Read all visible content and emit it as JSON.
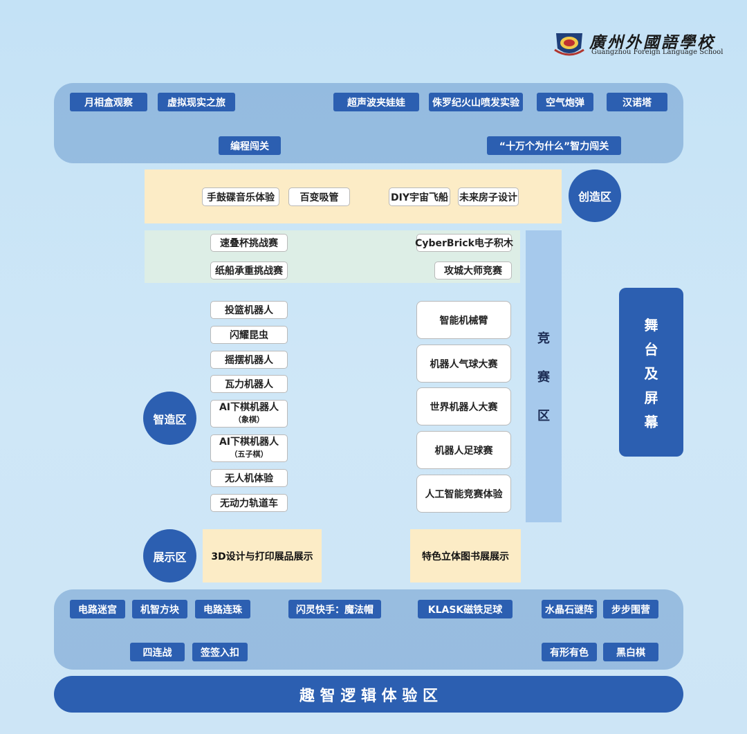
{
  "school": {
    "name_cn": "廣州外國語學校",
    "name_en": "Guangzhou Foreign Language School"
  },
  "top_band": {
    "row1": [
      "月相盒观察",
      "虚拟现实之旅",
      "超声波夹娃娃",
      "侏罗纪火山喷发实验",
      "空气炮弹",
      "汉诺塔"
    ],
    "row2": [
      "编程闯关",
      "“十万个为什么”智力闯关"
    ]
  },
  "create_zone": {
    "label": "创造区",
    "items": [
      "手鼓碟音乐体验",
      "百变吸管",
      "DIY宇宙飞船",
      "未来房子设计"
    ]
  },
  "challenge_rows": {
    "items": [
      "速叠杯挑战赛",
      "CyberBrick电子积木",
      "纸船承重挑战赛",
      "攻城大师竞赛"
    ]
  },
  "competition_zone": {
    "label_chars": [
      "竞",
      "赛",
      "区"
    ],
    "items": [
      "智能机械臂",
      "机器人气球大赛",
      "世界机器人大赛",
      "机器人足球赛",
      "人工智能竞赛体验"
    ]
  },
  "intelligent_zone": {
    "label": "智造区",
    "items": [
      "投篮机器人",
      "闪耀昆虫",
      "摇摆机器人",
      "瓦力机器人"
    ],
    "ai_chess": {
      "title": "AI下棋机器人",
      "sub": "（象棋）"
    },
    "ai_gomoku": {
      "title": "AI下棋机器人",
      "sub": "（五子棋）"
    },
    "items_after": [
      "无人机体验",
      "无动力轨道车"
    ]
  },
  "stage": {
    "label_chars": [
      "舞",
      "台",
      "及",
      "屏",
      "幕"
    ]
  },
  "display_zone": {
    "label": "展示区",
    "items": [
      "3D设计与打印展品展示",
      "特色立体图书展展示"
    ]
  },
  "bottom_band": {
    "row1": [
      "电路迷宫",
      "机智方块",
      "电路连珠",
      "闪灵快手：魔法帽",
      "KLASK磁铁足球",
      "水晶石谜阵",
      "步步围营"
    ],
    "row2": [
      "四连战",
      "签签入扣",
      "有形有色",
      "黑白棋"
    ]
  },
  "logic_zone": {
    "label": "趣 智 逻 辑 体 验 区"
  }
}
